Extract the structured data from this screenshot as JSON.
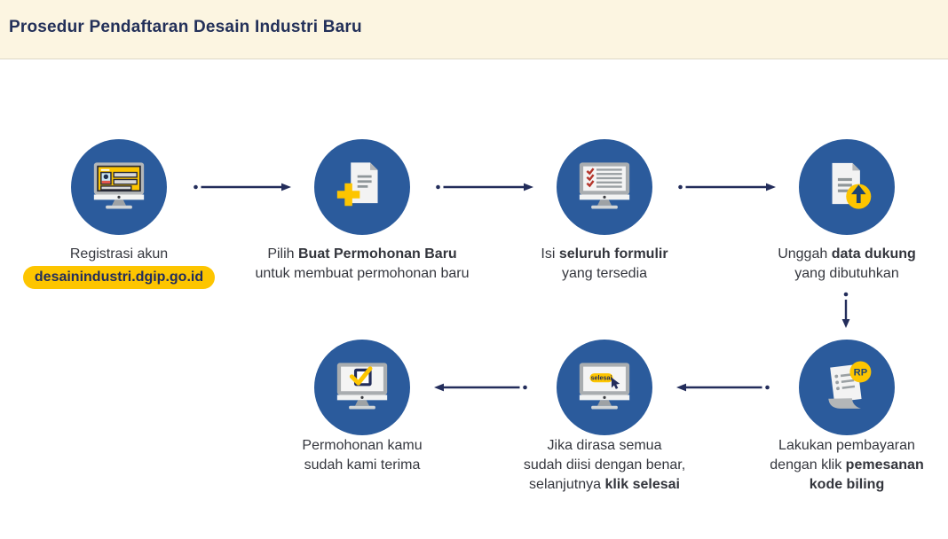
{
  "header": {
    "title": "Prosedur Pendaftaran Desain Industri Baru"
  },
  "colors": {
    "header_bg": "#fcf5e1",
    "title_navy": "#233059",
    "circle_blue": "#2b5b9c",
    "accent_yellow": "#fdc500",
    "arrow_navy": "#232d5b",
    "caption_text": "#35373e",
    "check_red": "#b5362c"
  },
  "steps": [
    {
      "icon": "monitor-registration-form-icon",
      "caption": [
        [
          {
            "t": "Registrasi akun"
          }
        ],
        [
          {
            "t": "desainindustri.dgip.go.id",
            "bold": true,
            "pill": true
          }
        ]
      ]
    },
    {
      "icon": "document-plus-icon",
      "caption": [
        [
          {
            "t": "Pilih "
          },
          {
            "t": "Buat Permohonan Baru",
            "bold": true
          }
        ],
        [
          {
            "t": "untuk membuat permohonan baru"
          }
        ]
      ]
    },
    {
      "icon": "monitor-checklist-icon",
      "caption": [
        [
          {
            "t": "Isi "
          },
          {
            "t": "seluruh formulir",
            "bold": true
          }
        ],
        [
          {
            "t": "yang tersedia"
          }
        ]
      ]
    },
    {
      "icon": "document-upload-icon",
      "caption": [
        [
          {
            "t": "Unggah "
          },
          {
            "t": "data dukung",
            "bold": true
          }
        ],
        [
          {
            "t": "yang dibutuhkan"
          }
        ]
      ]
    },
    {
      "icon": "receipt-billing-code-icon",
      "badge_label": "RP",
      "caption": [
        [
          {
            "t": "Lakukan pembayaran"
          }
        ],
        [
          {
            "t": "dengan klik "
          },
          {
            "t": "pemesanan",
            "bold": true
          }
        ],
        [
          {
            "t": "kode biling",
            "bold": true
          }
        ]
      ]
    },
    {
      "icon": "monitor-finish-button-icon",
      "button_label": "selesai",
      "caption": [
        [
          {
            "t": "Jika dirasa semua"
          }
        ],
        [
          {
            "t": "sudah diisi dengan benar,"
          }
        ],
        [
          {
            "t": "selanjutnya "
          },
          {
            "t": "klik selesai",
            "bold": true
          }
        ]
      ]
    },
    {
      "icon": "monitor-received-check-icon",
      "caption": [
        [
          {
            "t": "Permohonan kamu"
          }
        ],
        [
          {
            "t": "sudah kami terima"
          }
        ]
      ]
    }
  ]
}
